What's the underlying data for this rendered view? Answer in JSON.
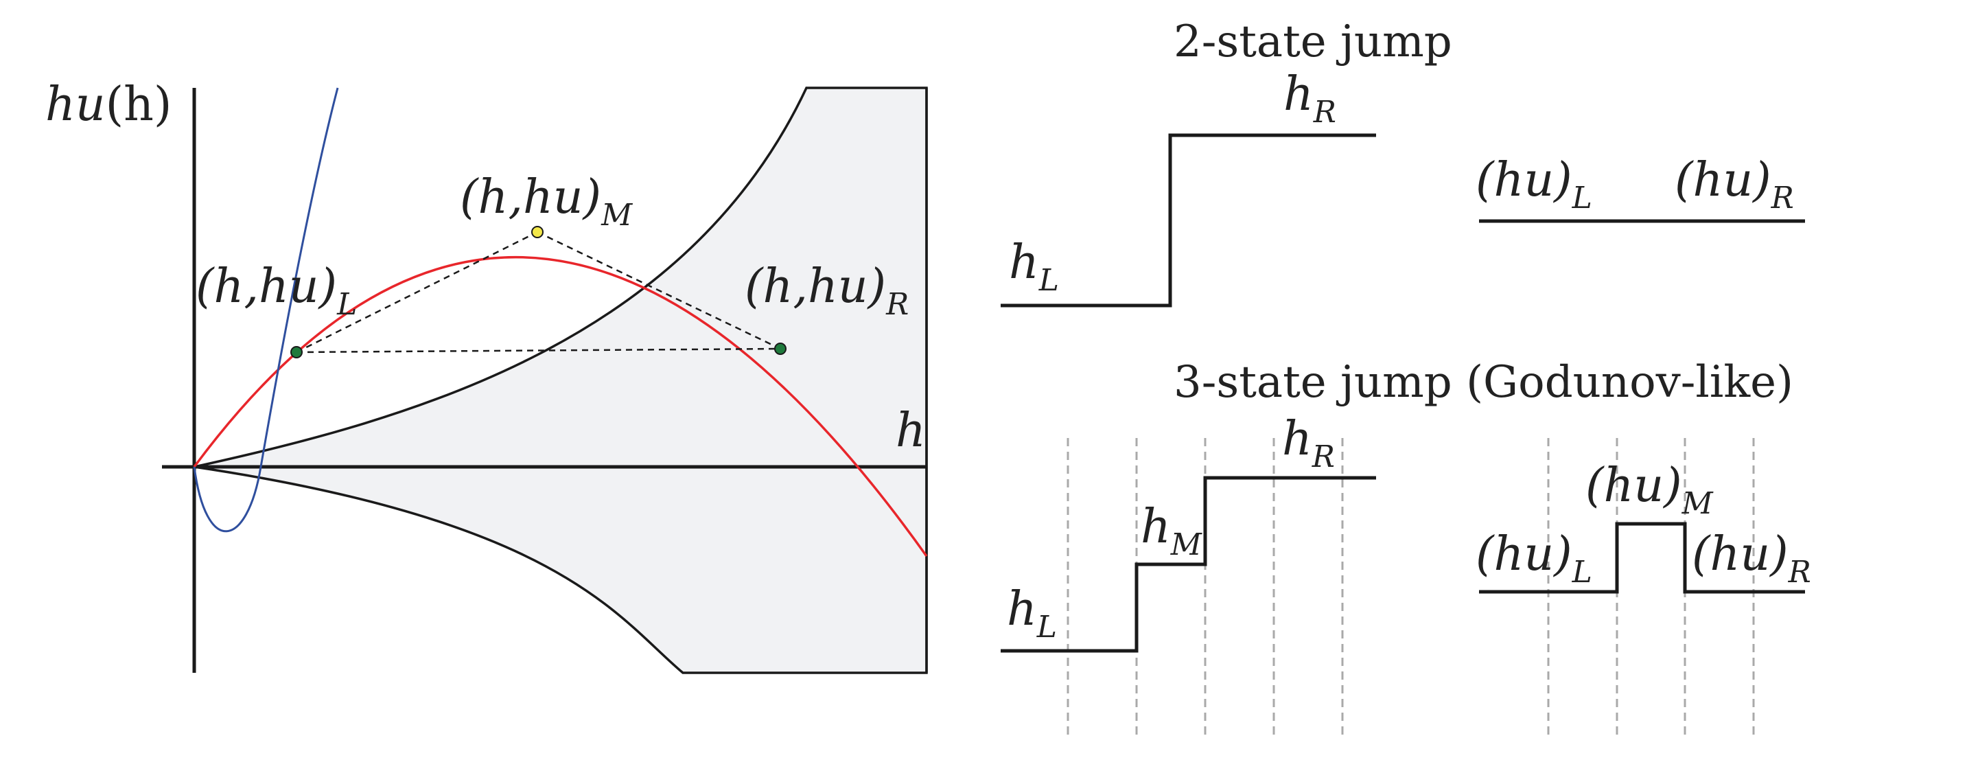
{
  "phase_plot": {
    "y_label_main": "hu",
    "y_label_arg": "(h)",
    "x_label": "h",
    "label_L": {
      "main": "(h,hu)",
      "sub": "L"
    },
    "label_M": {
      "main": "(h,hu)",
      "sub": "M"
    },
    "label_R": {
      "main": "(h,hu)",
      "sub": "R"
    },
    "colors": {
      "red_curve": "#e8262b",
      "blue_curve": "#2f4f9e",
      "point_L": "#1f7a3c",
      "point_R": "#1f7a3c",
      "point_M": "#f3e84a",
      "region_fill": "#f1f2f4"
    }
  },
  "two_state": {
    "title": "2-state jump",
    "h_L": {
      "main": "h",
      "sub": "L"
    },
    "h_R": {
      "main": "h",
      "sub": "R"
    },
    "hu_L": {
      "main": "(hu)",
      "sub": "L"
    },
    "hu_R": {
      "main": "(hu)",
      "sub": "R"
    }
  },
  "three_state": {
    "title": "3-state jump (Godunov-like)",
    "h_L": {
      "main": "h",
      "sub": "L"
    },
    "h_M": {
      "main": "h",
      "sub": "M"
    },
    "h_R": {
      "main": "h",
      "sub": "R"
    },
    "hu_L": {
      "main": "(hu)",
      "sub": "L"
    },
    "hu_M": {
      "main": "(hu)",
      "sub": "M"
    },
    "hu_R": {
      "main": "(hu)",
      "sub": "R"
    }
  }
}
